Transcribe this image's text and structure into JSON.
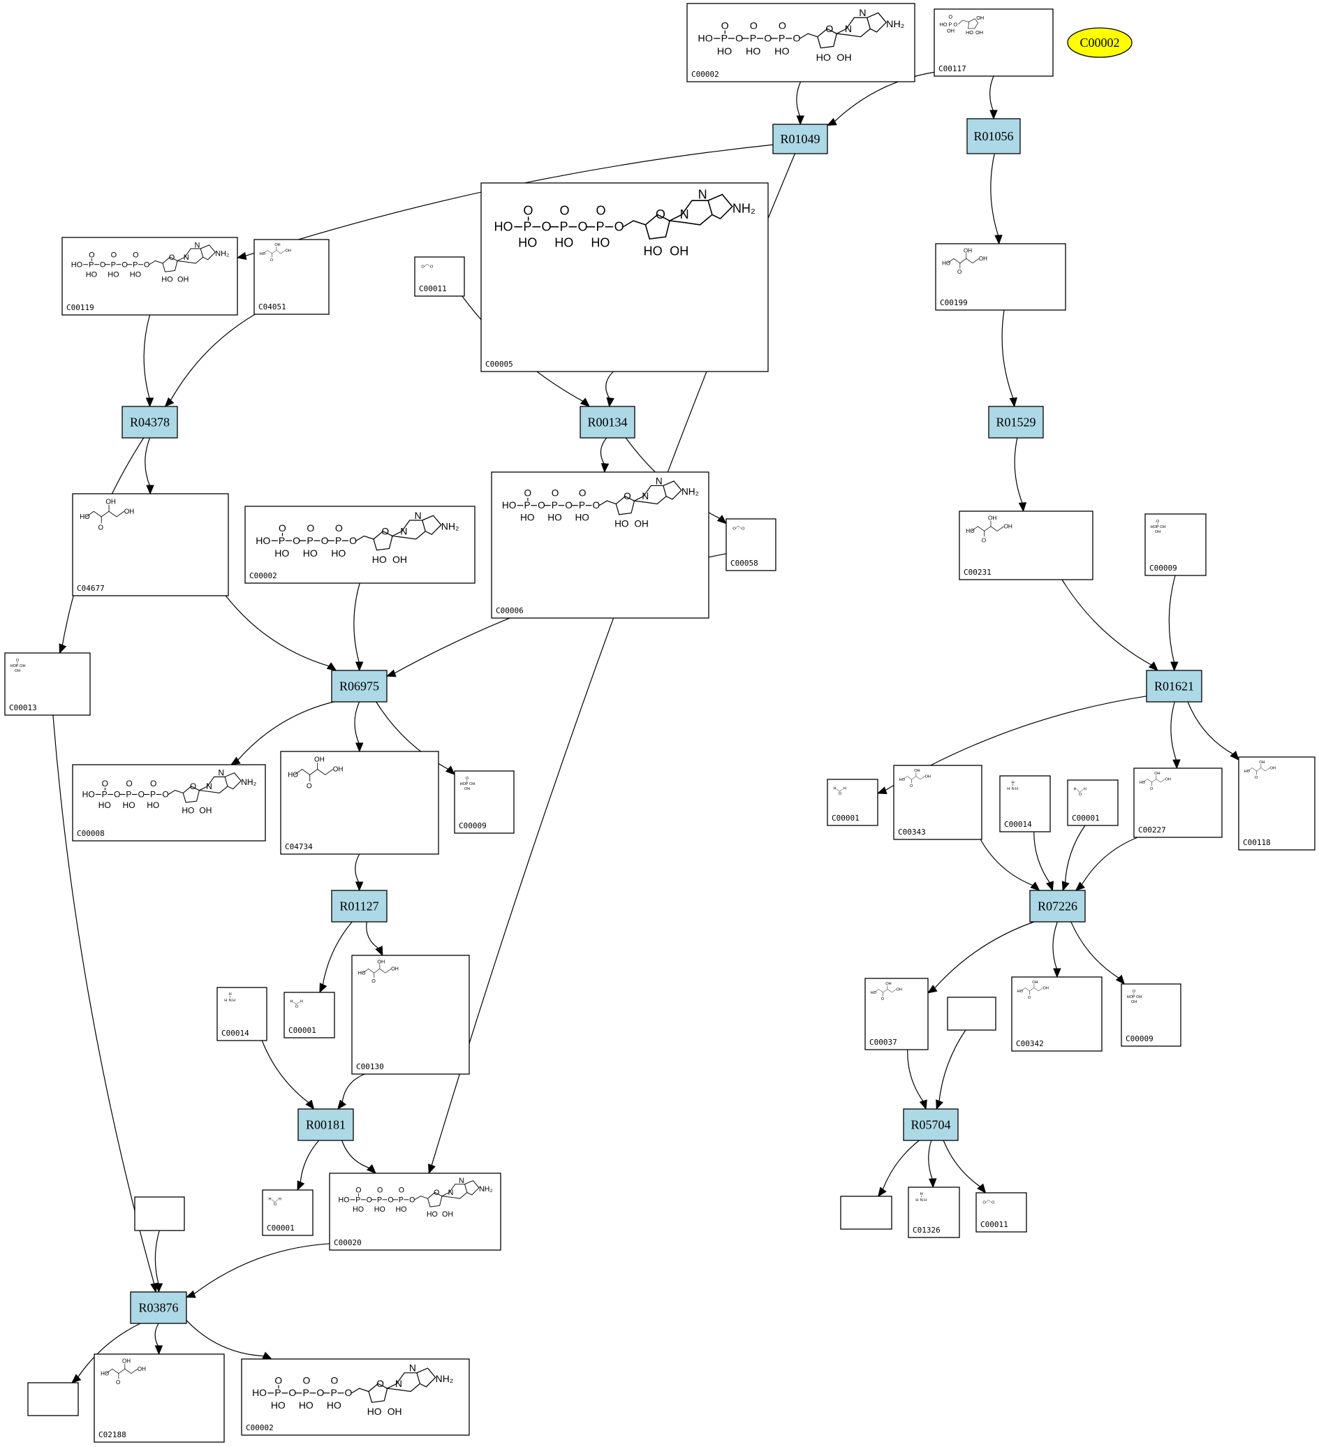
{
  "legend": {
    "label": "C00002",
    "color": "#ffff00"
  },
  "colors": {
    "reaction_fill": "#add8e6",
    "compound_fill": "#ffffff",
    "line": "#000000"
  },
  "reactions": [
    {
      "id": "r01049",
      "label": "R01049"
    },
    {
      "id": "r01056",
      "label": "R01056"
    },
    {
      "id": "r04378",
      "label": "R04378"
    },
    {
      "id": "r00134",
      "label": "R00134"
    },
    {
      "id": "r01529",
      "label": "R01529"
    },
    {
      "id": "r06975",
      "label": "R06975"
    },
    {
      "id": "r01621",
      "label": "R01621"
    },
    {
      "id": "r01127",
      "label": "R01127"
    },
    {
      "id": "r07226",
      "label": "R07226"
    },
    {
      "id": "r00181",
      "label": "R00181"
    },
    {
      "id": "r05704",
      "label": "R05704"
    },
    {
      "id": "r03876",
      "label": "R03876"
    }
  ],
  "compounds": [
    {
      "id": "c00002_top",
      "label": "C00002",
      "structure": "atp"
    },
    {
      "id": "c00117",
      "label": "C00117",
      "structure": "ribose5p"
    },
    {
      "id": "c00119",
      "label": "C00119",
      "structure": "prpp"
    },
    {
      "id": "c04051",
      "label": "C04051",
      "structure": "aica"
    },
    {
      "id": "c00011_a",
      "label": "C00011",
      "structure": "co2"
    },
    {
      "id": "c00005",
      "label": "C00005",
      "structure": "nadph"
    },
    {
      "id": "c00199",
      "label": "C00199",
      "structure": "ribulose5p"
    },
    {
      "id": "c04677",
      "label": "C04677",
      "structure": "aicar"
    },
    {
      "id": "c00002_mid",
      "label": "C00002",
      "structure": "atp"
    },
    {
      "id": "c00006",
      "label": "C00006",
      "structure": "nadp"
    },
    {
      "id": "c00058",
      "label": "C00058",
      "structure": "formate"
    },
    {
      "id": "c00231",
      "label": "C00231",
      "structure": "xylulose5p"
    },
    {
      "id": "c00009_a",
      "label": "C00009",
      "structure": "phosphate"
    },
    {
      "id": "c00013",
      "label": "C00013",
      "structure": "pyrophosphate"
    },
    {
      "id": "c00008",
      "label": "C00008",
      "structure": "adp"
    },
    {
      "id": "c04734",
      "label": "C04734",
      "structure": "faicar"
    },
    {
      "id": "c00009_b",
      "label": "C00009",
      "structure": "phosphate"
    },
    {
      "id": "c00001_a",
      "label": "C00001",
      "structure": "water"
    },
    {
      "id": "c00343",
      "label": "C00343",
      "structure": "thioredoxin_disulfide"
    },
    {
      "id": "c00014_a",
      "label": "C00014",
      "structure": "ammonia"
    },
    {
      "id": "c00001_b",
      "label": "C00001",
      "structure": "water"
    },
    {
      "id": "c00227",
      "label": "C00227",
      "structure": "acetylphosphate"
    },
    {
      "id": "c00118",
      "label": "C00118",
      "structure": "g3p"
    },
    {
      "id": "c00037",
      "label": "C00037",
      "structure": "glycine"
    },
    {
      "id": "c00342",
      "label": "C00342",
      "structure": "thioredoxin"
    },
    {
      "id": "c00009_c",
      "label": "C00009",
      "structure": "phosphate"
    },
    {
      "id": "c00014_b",
      "label": "C00014",
      "structure": "ammonia"
    },
    {
      "id": "c00001_c",
      "label": "C00001",
      "structure": "water"
    },
    {
      "id": "c00130",
      "label": "C00130",
      "structure": "imp"
    },
    {
      "id": "c00001_d",
      "label": "C00001",
      "structure": "water"
    },
    {
      "id": "c00020",
      "label": "C00020",
      "structure": "amp"
    },
    {
      "id": "c01326",
      "label": "C01326",
      "structure": "hcn"
    },
    {
      "id": "c00011_b",
      "label": "C00011",
      "structure": "co2"
    },
    {
      "id": "c02188",
      "label": "C02188",
      "structure": "protein_lysine"
    },
    {
      "id": "c00002_bot",
      "label": "C00002",
      "structure": "atp"
    },
    {
      "id": "blank_1",
      "label": "",
      "structure": ""
    },
    {
      "id": "blank_2",
      "label": "",
      "structure": ""
    },
    {
      "id": "blank_3",
      "label": "",
      "structure": ""
    },
    {
      "id": "blank_4",
      "label": "",
      "structure": ""
    }
  ],
  "edges": [
    [
      "c00002_top",
      "r01049"
    ],
    [
      "c00117",
      "r01049"
    ],
    [
      "c00117",
      "r01056"
    ],
    [
      "r01049",
      "c00119"
    ],
    [
      "r01049",
      "c00020"
    ],
    [
      "r01056",
      "c00199"
    ],
    [
      "c00119",
      "r04378"
    ],
    [
      "c04051",
      "r04378"
    ],
    [
      "c00011_a",
      "r00134"
    ],
    [
      "c00005",
      "r00134"
    ],
    [
      "c00199",
      "r01529"
    ],
    [
      "r04378",
      "c04677"
    ],
    [
      "r04378",
      "c00013"
    ],
    [
      "r00134",
      "c00006"
    ],
    [
      "r00134",
      "c00058"
    ],
    [
      "r01529",
      "c00231"
    ],
    [
      "c04677",
      "r06975"
    ],
    [
      "c00002_mid",
      "r06975"
    ],
    [
      "c00058",
      "r06975"
    ],
    [
      "c00231",
      "r01621"
    ],
    [
      "c00009_a",
      "r01621"
    ],
    [
      "r06975",
      "c00008"
    ],
    [
      "r06975",
      "c04734"
    ],
    [
      "r06975",
      "c00009_b"
    ],
    [
      "r01621",
      "c00001_a"
    ],
    [
      "r01621",
      "c00227"
    ],
    [
      "r01621",
      "c00118"
    ],
    [
      "c04734",
      "r01127"
    ],
    [
      "c00343",
      "r07226"
    ],
    [
      "c00014_a",
      "r07226"
    ],
    [
      "c00001_b",
      "r07226"
    ],
    [
      "c00227",
      "r07226"
    ],
    [
      "r01127",
      "c00001_c"
    ],
    [
      "r01127",
      "c00130"
    ],
    [
      "r07226",
      "c00037"
    ],
    [
      "r07226",
      "c00342"
    ],
    [
      "r07226",
      "c00009_c"
    ],
    [
      "c00014_b",
      "r00181"
    ],
    [
      "c00130",
      "r00181"
    ],
    [
      "c00037",
      "r05704"
    ],
    [
      "blank_2",
      "r05704"
    ],
    [
      "r00181",
      "c00001_d"
    ],
    [
      "r00181",
      "c00020"
    ],
    [
      "r05704",
      "blank_3"
    ],
    [
      "r05704",
      "c01326"
    ],
    [
      "r05704",
      "c00011_b"
    ],
    [
      "c00013",
      "r03876"
    ],
    [
      "blank_1",
      "r03876"
    ],
    [
      "c00020",
      "r03876"
    ],
    [
      "r03876",
      "blank_4"
    ],
    [
      "r03876",
      "c02188"
    ],
    [
      "r03876",
      "c00002_bot"
    ]
  ]
}
